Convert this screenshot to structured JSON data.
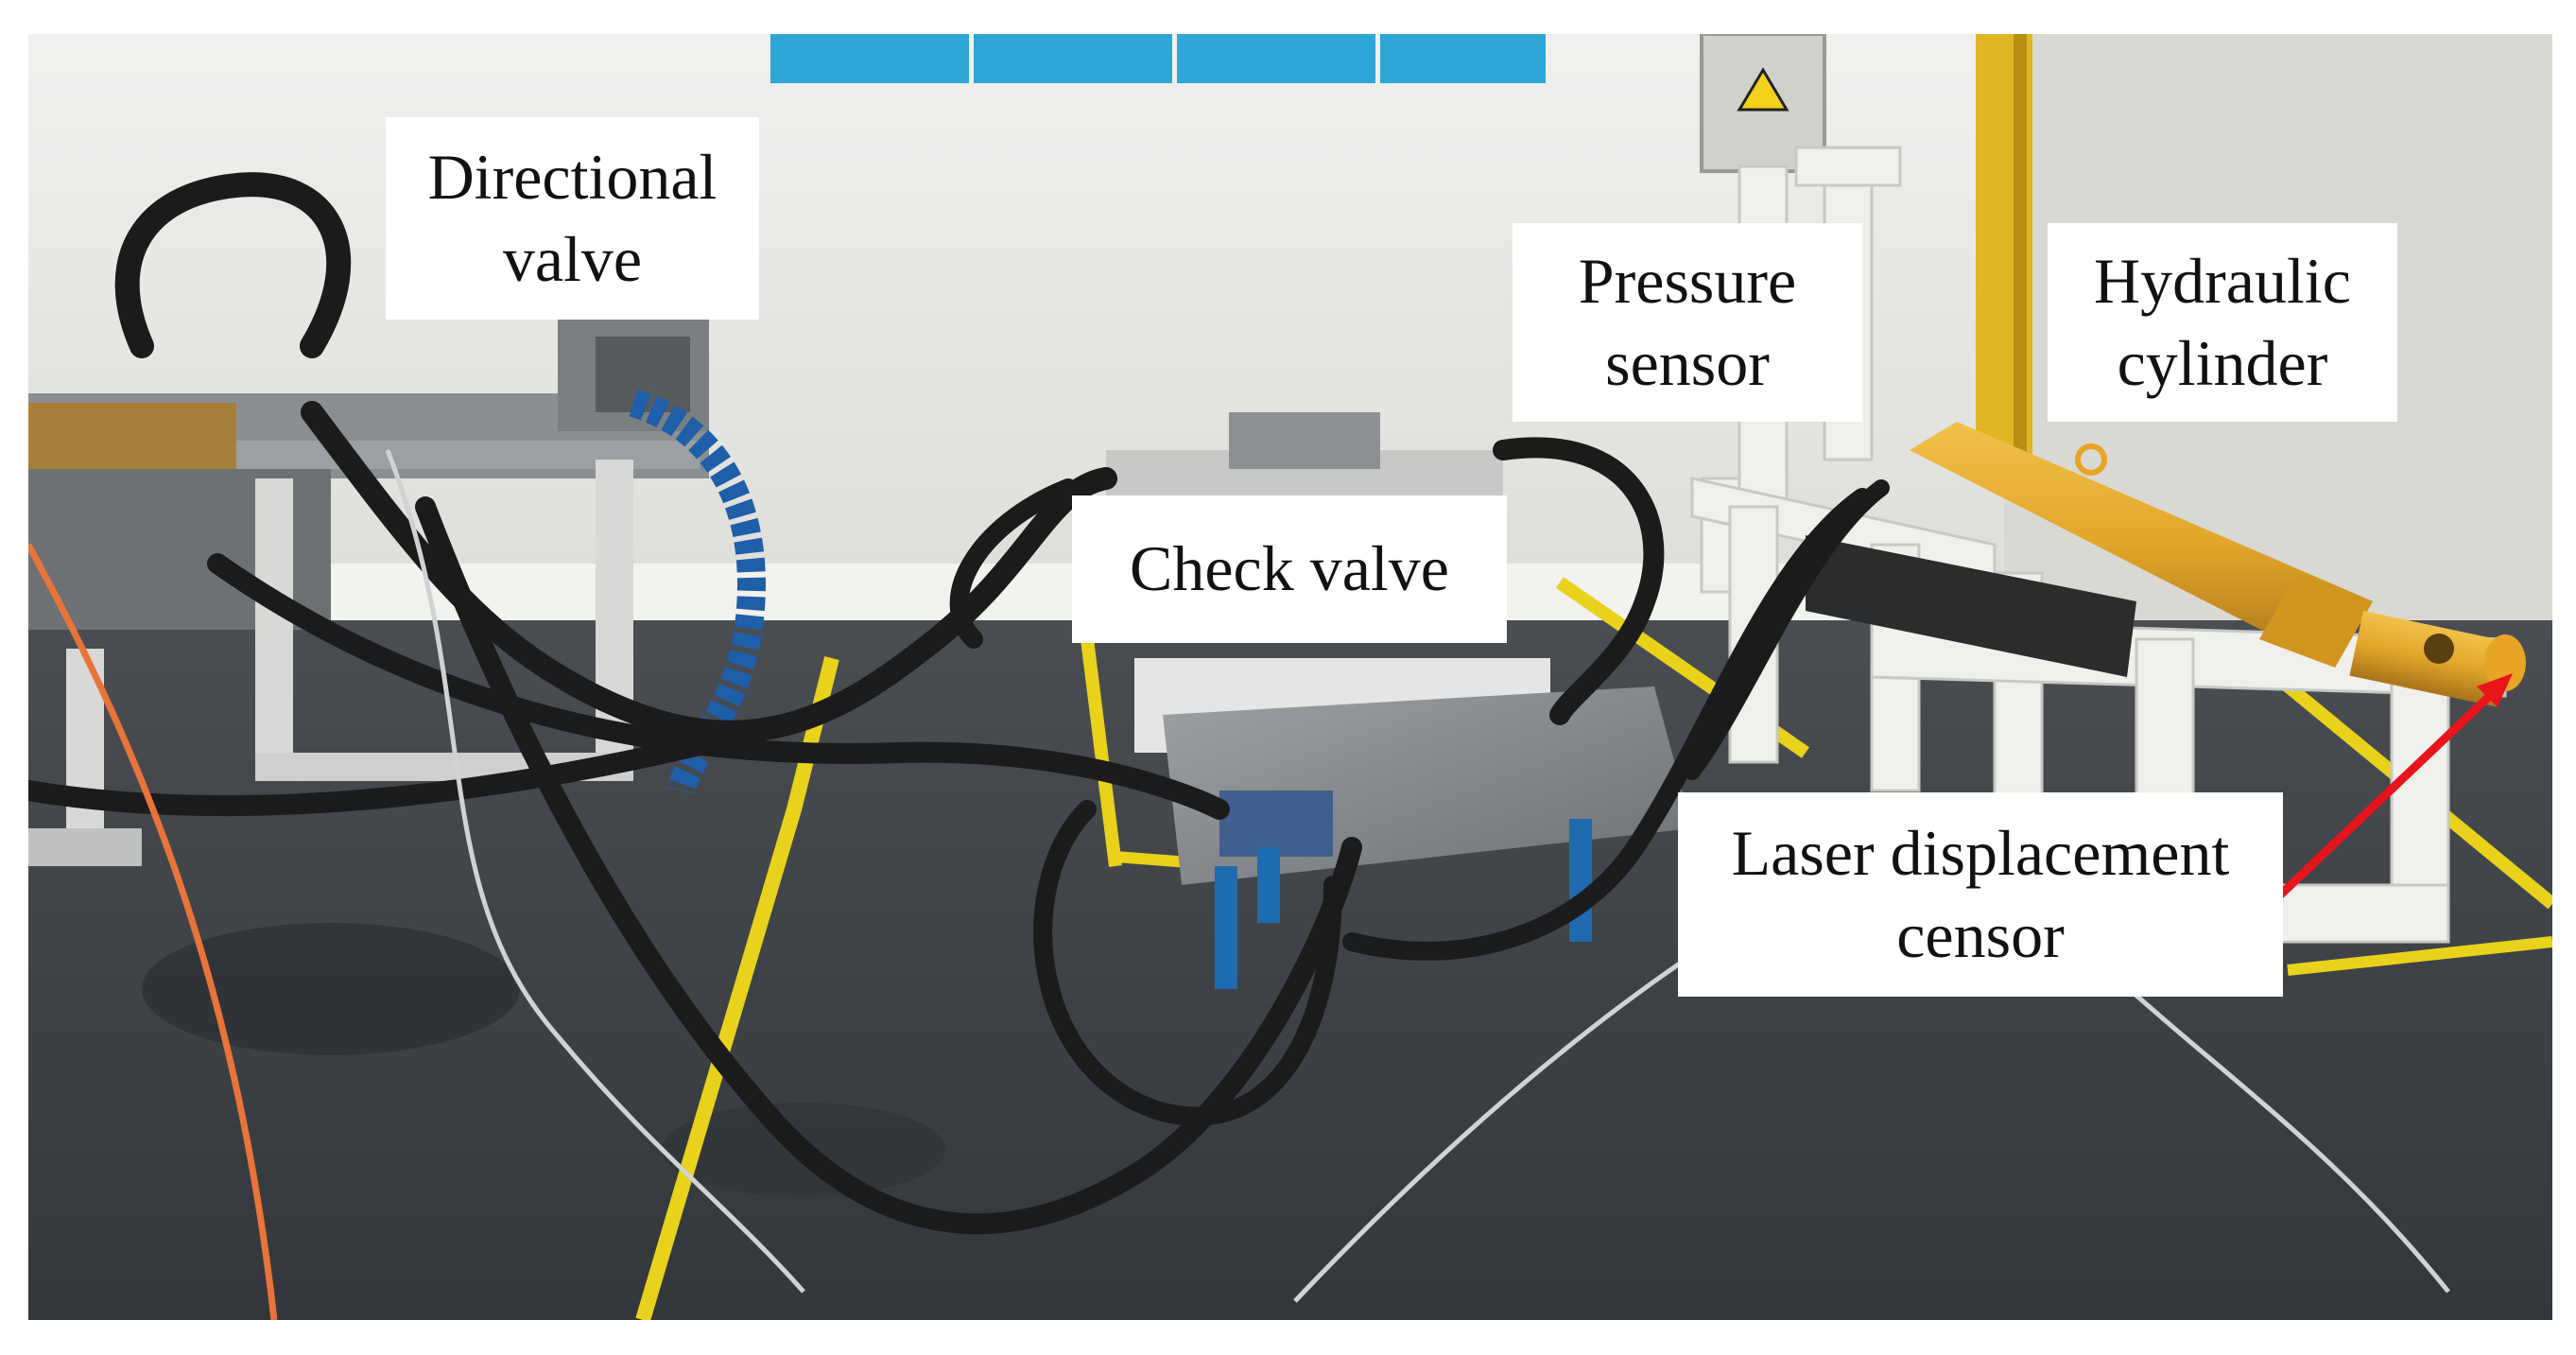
{
  "labels": {
    "directional_valve": [
      "Directional",
      "valve"
    ],
    "check_valve": [
      "Check valve"
    ],
    "pressure_sensor": [
      "Pressure",
      "sensor"
    ],
    "hydraulic_cylinder": [
      "Hydraulic",
      "cylinder"
    ],
    "laser_displacement_censor": [
      "Laser displacement",
      "censor"
    ]
  },
  "colors": {
    "wall": "#e9eae6",
    "floor": "#3c4044",
    "floor_lines": "#e8d21c",
    "cylinder": "#e3a92a",
    "hoses": "#1b1b1b",
    "arrow": "#e8141c",
    "panel_blue": "#2ea6d6"
  }
}
